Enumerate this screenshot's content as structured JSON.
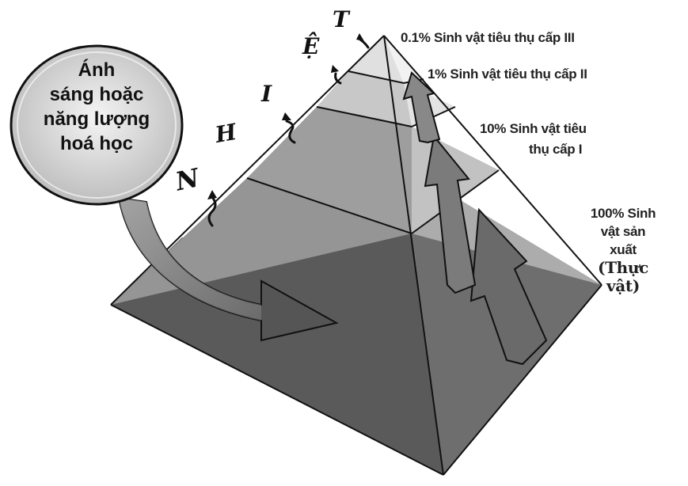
{
  "energy_source": {
    "lines": [
      "Ánh",
      "sáng hoặc",
      "năng lượng",
      "hoá học"
    ]
  },
  "heat_letters": [
    "N",
    "H",
    "I",
    "Ệ",
    "T"
  ],
  "levels": [
    {
      "percent": "0.1%",
      "label": "Sinh vật tiêu thụ cấp III"
    },
    {
      "percent": "1%",
      "label": "Sinh vật tiêu thụ cấp II"
    },
    {
      "percent": "10%",
      "label_line1": "Sinh vật tiêu",
      "label_line2": "thụ cấp I"
    },
    {
      "percent": "100%",
      "label_line1": "Sinh",
      "label_line2": "vật sản",
      "label_line3": "xuất",
      "label_line4": "(Thực",
      "label_line5": "vật)"
    }
  ],
  "colors": {
    "level_producer": "#5c5c5c",
    "level_consumer1": "#8a8a8a",
    "level_consumer2": "#c4c4c4",
    "level_consumer3": "#e2e2e2",
    "arrow": "#3a3a3a",
    "circle_fill": "#e6e6e6"
  }
}
